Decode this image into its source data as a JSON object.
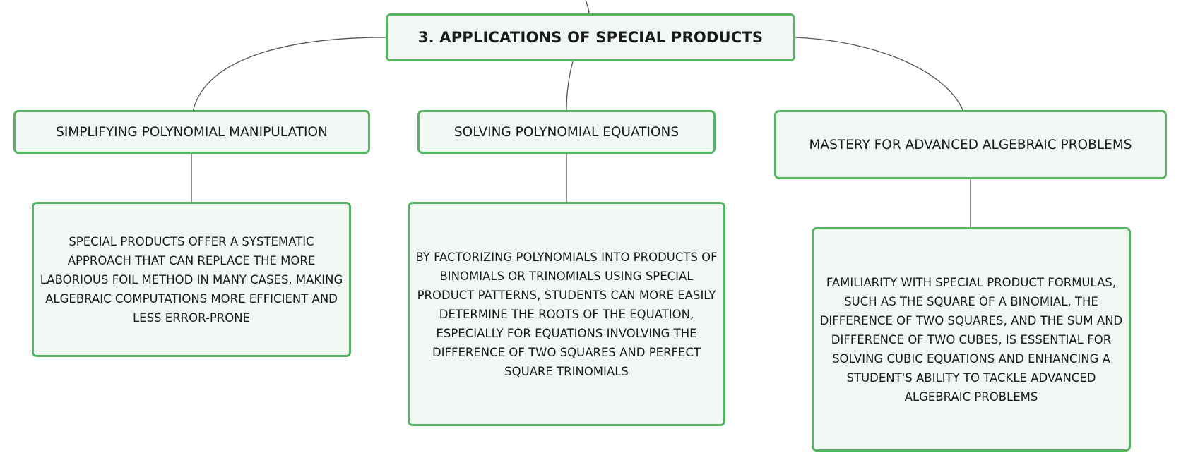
{
  "diagram": {
    "root": {
      "label": "3. APPLICATIONS OF SPECIAL PRODUCTS"
    },
    "branches": [
      {
        "label": "SIMPLIFYING POLYNOMIAL MANIPULATION",
        "detail": "SPECIAL PRODUCTS OFFER A SYSTEMATIC APPROACH THAT CAN REPLACE THE MORE LABORIOUS FOIL METHOD IN MANY CASES, MAKING ALGEBRAIC COMPUTATIONS MORE EFFICIENT AND LESS ERROR-PRONE"
      },
      {
        "label": "SOLVING POLYNOMIAL EQUATIONS",
        "detail": "BY FACTORIZING POLYNOMIALS INTO PRODUCTS OF BINOMIALS OR TRINOMIALS USING SPECIAL PRODUCT PATTERNS, STUDENTS CAN MORE EASILY DETERMINE THE ROOTS OF THE EQUATION, ESPECIALLY FOR EQUATIONS INVOLVING THE DIFFERENCE OF TWO SQUARES AND PERFECT SQUARE TRINOMIALS"
      },
      {
        "label": "MASTERY FOR ADVANCED ALGEBRAIC PROBLEMS",
        "detail": "FAMILIARITY WITH SPECIAL PRODUCT FORMULAS, SUCH AS THE SQUARE OF A BINOMIAL, THE DIFFERENCE OF TWO SQUARES, AND THE SUM AND DIFFERENCE OF TWO CUBES, IS ESSENTIAL FOR SOLVING CUBIC EQUATIONS AND ENHANCING A STUDENT'S ABILITY TO TACKLE ADVANCED ALGEBRAIC PROBLEMS"
      }
    ]
  },
  "colors": {
    "node_border": "#55b462",
    "node_fill": "#f1f8f3",
    "connector": "#555555",
    "text": "#1a1a1a"
  }
}
